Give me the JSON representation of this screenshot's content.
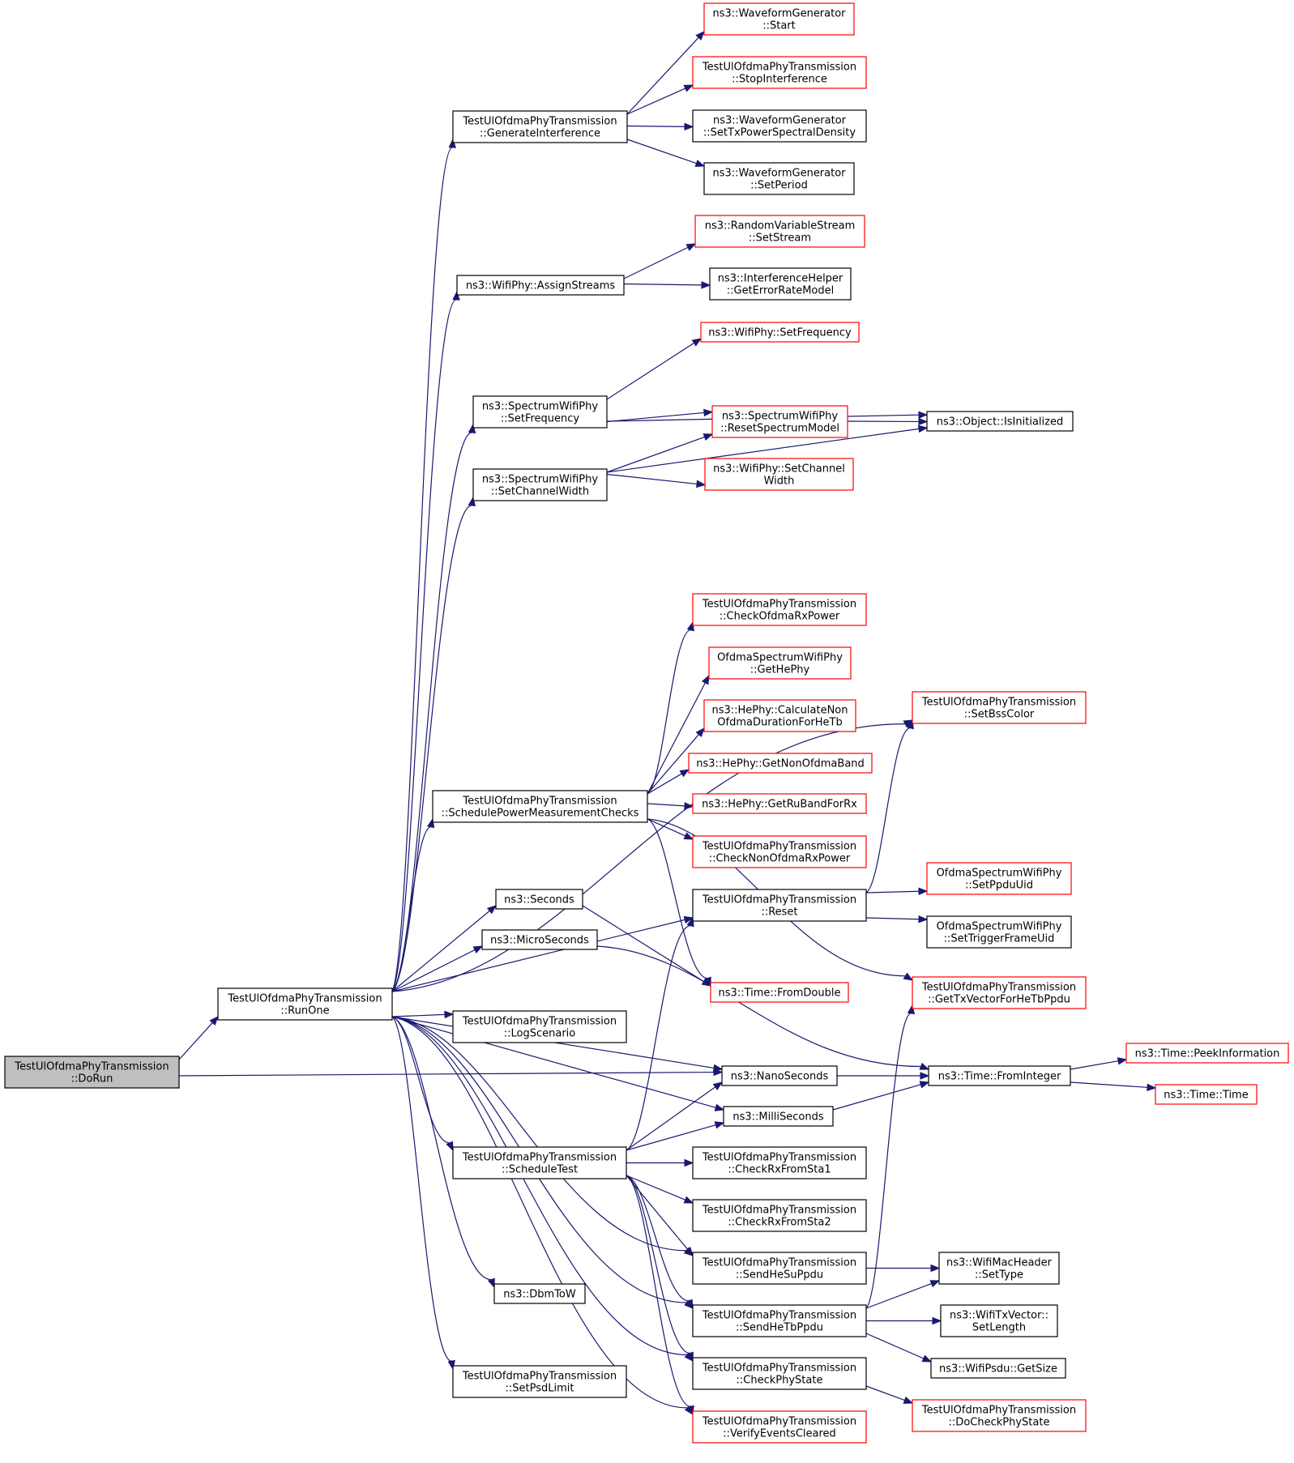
{
  "colors": {
    "edge": "#191970",
    "root_fill": "#bfbfbf",
    "border_black": "#000000",
    "border_red": "#ff0000"
  },
  "nodes": [
    {
      "id": "dorun",
      "lines": [
        "TestUlOfdmaPhyTransmission",
        "::DoRun"
      ],
      "style": "root"
    },
    {
      "id": "runone",
      "lines": [
        "TestUlOfdmaPhyTransmission",
        "::RunOne"
      ],
      "style": "black"
    },
    {
      "id": "geninterf",
      "lines": [
        "TestUlOfdmaPhyTransmission",
        "::GenerateInterference"
      ],
      "style": "black"
    },
    {
      "id": "wf_start",
      "lines": [
        "ns3::WaveformGenerator",
        "::Start"
      ],
      "style": "red"
    },
    {
      "id": "stopinterf",
      "lines": [
        "TestUlOfdmaPhyTransmission",
        "::StopInterference"
      ],
      "style": "red"
    },
    {
      "id": "wf_settxpsd",
      "lines": [
        "ns3::WaveformGenerator",
        "::SetTxPowerSpectralDensity"
      ],
      "style": "black"
    },
    {
      "id": "wf_setperiod",
      "lines": [
        "ns3::WaveformGenerator",
        "::SetPeriod"
      ],
      "style": "black"
    },
    {
      "id": "assignstreams",
      "lines": [
        "ns3::WifiPhy::AssignStreams"
      ],
      "style": "black"
    },
    {
      "id": "rvs_setstream",
      "lines": [
        "ns3::RandomVariableStream",
        "::SetStream"
      ],
      "style": "red"
    },
    {
      "id": "ih_geterm",
      "lines": [
        "ns3::InterferenceHelper",
        "::GetErrorRateModel"
      ],
      "style": "black"
    },
    {
      "id": "wifiphy_setfreq",
      "lines": [
        "ns3::WifiPhy::SetFrequency"
      ],
      "style": "red"
    },
    {
      "id": "swp_setfreq",
      "lines": [
        "ns3::SpectrumWifiPhy",
        "::SetFrequency"
      ],
      "style": "black"
    },
    {
      "id": "swp_resetsm",
      "lines": [
        "ns3::SpectrumWifiPhy",
        "::ResetSpectrumModel"
      ],
      "style": "red"
    },
    {
      "id": "obj_isinit",
      "lines": [
        "ns3::Object::IsInitialized"
      ],
      "style": "black"
    },
    {
      "id": "swp_setcw",
      "lines": [
        "ns3::SpectrumWifiPhy",
        "::SetChannelWidth"
      ],
      "style": "black"
    },
    {
      "id": "wifiphy_setcw",
      "lines": [
        "ns3::WifiPhy::SetChannel",
        "Width"
      ],
      "style": "red"
    },
    {
      "id": "checkofdmarx",
      "lines": [
        "TestUlOfdmaPhyTransmission",
        "::CheckOfdmaRxPower"
      ],
      "style": "red"
    },
    {
      "id": "osw_gethephy",
      "lines": [
        "OfdmaSpectrumWifiPhy",
        "::GetHePhy"
      ],
      "style": "red"
    },
    {
      "id": "hephy_calcnon",
      "lines": [
        "ns3::HePhy::CalculateNon",
        "OfdmaDurationForHeTb"
      ],
      "style": "red"
    },
    {
      "id": "hephy_getnonofdma",
      "lines": [
        "ns3::HePhy::GetNonOfdmaBand"
      ],
      "style": "red"
    },
    {
      "id": "hephy_getru",
      "lines": [
        "ns3::HePhy::GetRuBandForRx"
      ],
      "style": "red"
    },
    {
      "id": "checknonofdmarx",
      "lines": [
        "TestUlOfdmaPhyTransmission",
        "::CheckNonOfdmaRxPower"
      ],
      "style": "red"
    },
    {
      "id": "schedpower",
      "lines": [
        "TestUlOfdmaPhyTransmission",
        "::SchedulePowerMeasurementChecks"
      ],
      "style": "black"
    },
    {
      "id": "setbsscolor",
      "lines": [
        "TestUlOfdmaPhyTransmission",
        "::SetBssColor"
      ],
      "style": "red"
    },
    {
      "id": "reset",
      "lines": [
        "TestUlOfdmaPhyTransmission",
        "::Reset"
      ],
      "style": "black"
    },
    {
      "id": "osw_setppduuid",
      "lines": [
        "OfdmaSpectrumWifiPhy",
        "::SetPpduUid"
      ],
      "style": "red"
    },
    {
      "id": "osw_settrigger",
      "lines": [
        "OfdmaSpectrumWifiPhy",
        "::SetTriggerFrameUid"
      ],
      "style": "black"
    },
    {
      "id": "seconds",
      "lines": [
        "ns3::Seconds"
      ],
      "style": "black"
    },
    {
      "id": "microseconds",
      "lines": [
        "ns3::MicroSeconds"
      ],
      "style": "black"
    },
    {
      "id": "time_fromdouble",
      "lines": [
        "ns3::Time::FromDouble"
      ],
      "style": "red"
    },
    {
      "id": "gettxvector",
      "lines": [
        "TestUlOfdmaPhyTransmission",
        "::GetTxVectorForHeTbPpdu"
      ],
      "style": "red"
    },
    {
      "id": "logscenario",
      "lines": [
        "TestUlOfdmaPhyTransmission",
        "::LogScenario"
      ],
      "style": "black"
    },
    {
      "id": "nanoseconds",
      "lines": [
        "ns3::NanoSeconds"
      ],
      "style": "black"
    },
    {
      "id": "time_frominteger",
      "lines": [
        "ns3::Time::FromInteger"
      ],
      "style": "black"
    },
    {
      "id": "time_peek",
      "lines": [
        "ns3::Time::PeekInformation"
      ],
      "style": "red"
    },
    {
      "id": "time_time",
      "lines": [
        "ns3::Time::Time"
      ],
      "style": "red"
    },
    {
      "id": "milliseconds",
      "lines": [
        "ns3::MilliSeconds"
      ],
      "style": "black"
    },
    {
      "id": "scheduletest",
      "lines": [
        "TestUlOfdmaPhyTransmission",
        "::ScheduleTest"
      ],
      "style": "black"
    },
    {
      "id": "checkrxsta1",
      "lines": [
        "TestUlOfdmaPhyTransmission",
        "::CheckRxFromSta1"
      ],
      "style": "black"
    },
    {
      "id": "checkrxsta2",
      "lines": [
        "TestUlOfdmaPhyTransmission",
        "::CheckRxFromSta2"
      ],
      "style": "black"
    },
    {
      "id": "sendhesuppdu",
      "lines": [
        "TestUlOfdmaPhyTransmission",
        "::SendHeSuPpdu"
      ],
      "style": "black"
    },
    {
      "id": "wmh_settype",
      "lines": [
        "ns3::WifiMacHeader",
        "::SetType"
      ],
      "style": "black"
    },
    {
      "id": "dbmtow",
      "lines": [
        "ns3::DbmToW"
      ],
      "style": "black"
    },
    {
      "id": "sendhetbppdu",
      "lines": [
        "TestUlOfdmaPhyTransmission",
        "::SendHeTbPpdu"
      ],
      "style": "black"
    },
    {
      "id": "wtv_setlength",
      "lines": [
        "ns3::WifiTxVector::",
        "SetLength"
      ],
      "style": "black"
    },
    {
      "id": "wpsdu_getsize",
      "lines": [
        "ns3::WifiPsdu::GetSize"
      ],
      "style": "black"
    },
    {
      "id": "checkphystate",
      "lines": [
        "TestUlOfdmaPhyTransmission",
        "::CheckPhyState"
      ],
      "style": "black"
    },
    {
      "id": "setpsdlimit",
      "lines": [
        "TestUlOfdmaPhyTransmission",
        "::SetPsdLimit"
      ],
      "style": "black"
    },
    {
      "id": "docheckphystate",
      "lines": [
        "TestUlOfdmaPhyTransmission",
        "::DoCheckPhyState"
      ],
      "style": "red"
    },
    {
      "id": "verifyevents",
      "lines": [
        "TestUlOfdmaPhyTransmission",
        "::VerifyEventsCleared"
      ],
      "style": "red"
    }
  ],
  "edges": [
    [
      "dorun",
      "runone"
    ],
    [
      "dorun",
      "nanoseconds"
    ],
    [
      "runone",
      "geninterf"
    ],
    [
      "runone",
      "assignstreams"
    ],
    [
      "runone",
      "swp_setfreq"
    ],
    [
      "runone",
      "swp_setcw"
    ],
    [
      "runone",
      "setbsscolor"
    ],
    [
      "runone",
      "schedpower"
    ],
    [
      "runone",
      "reset"
    ],
    [
      "runone",
      "seconds"
    ],
    [
      "runone",
      "microseconds"
    ],
    [
      "runone",
      "milliseconds"
    ],
    [
      "runone",
      "logscenario"
    ],
    [
      "runone",
      "nanoseconds"
    ],
    [
      "runone",
      "scheduletest"
    ],
    [
      "runone",
      "sendhesuppdu"
    ],
    [
      "runone",
      "sendhetbppdu"
    ],
    [
      "runone",
      "dbmtow"
    ],
    [
      "runone",
      "checkphystate"
    ],
    [
      "runone",
      "setpsdlimit"
    ],
    [
      "runone",
      "verifyevents"
    ],
    [
      "geninterf",
      "wf_start"
    ],
    [
      "geninterf",
      "stopinterf"
    ],
    [
      "geninterf",
      "wf_settxpsd"
    ],
    [
      "geninterf",
      "wf_setperiod"
    ],
    [
      "assignstreams",
      "rvs_setstream"
    ],
    [
      "assignstreams",
      "ih_geterm"
    ],
    [
      "swp_setfreq",
      "wifiphy_setfreq"
    ],
    [
      "swp_setfreq",
      "obj_isinit"
    ],
    [
      "swp_setfreq",
      "swp_resetsm"
    ],
    [
      "swp_resetsm",
      "obj_isinit"
    ],
    [
      "swp_setcw",
      "swp_resetsm"
    ],
    [
      "swp_setcw",
      "wifiphy_setcw"
    ],
    [
      "swp_setcw",
      "obj_isinit"
    ],
    [
      "schedpower",
      "checkofdmarx"
    ],
    [
      "schedpower",
      "osw_gethephy"
    ],
    [
      "schedpower",
      "hephy_calcnon"
    ],
    [
      "schedpower",
      "hephy_getnonofdma"
    ],
    [
      "schedpower",
      "hephy_getru"
    ],
    [
      "schedpower",
      "checknonofdmarx"
    ],
    [
      "schedpower",
      "time_fromdouble"
    ],
    [
      "schedpower",
      "gettxvector"
    ],
    [
      "reset",
      "setbsscolor"
    ],
    [
      "reset",
      "osw_setppduuid"
    ],
    [
      "reset",
      "osw_settrigger"
    ],
    [
      "seconds",
      "time_fromdouble"
    ],
    [
      "microseconds",
      "time_frominteger"
    ],
    [
      "nanoseconds",
      "time_frominteger"
    ],
    [
      "milliseconds",
      "time_frominteger"
    ],
    [
      "time_frominteger",
      "time_peek"
    ],
    [
      "time_frominteger",
      "time_time"
    ],
    [
      "scheduletest",
      "reset"
    ],
    [
      "scheduletest",
      "nanoseconds"
    ],
    [
      "scheduletest",
      "milliseconds"
    ],
    [
      "scheduletest",
      "checkrxsta1"
    ],
    [
      "scheduletest",
      "checkrxsta2"
    ],
    [
      "scheduletest",
      "sendhesuppdu"
    ],
    [
      "scheduletest",
      "sendhetbppdu"
    ],
    [
      "scheduletest",
      "checkphystate"
    ],
    [
      "scheduletest",
      "verifyevents"
    ],
    [
      "sendhesuppdu",
      "wmh_settype"
    ],
    [
      "sendhetbppdu",
      "gettxvector"
    ],
    [
      "sendhetbppdu",
      "wmh_settype"
    ],
    [
      "sendhetbppdu",
      "wtv_setlength"
    ],
    [
      "sendhetbppdu",
      "wpsdu_getsize"
    ],
    [
      "checkphystate",
      "docheckphystate"
    ]
  ]
}
